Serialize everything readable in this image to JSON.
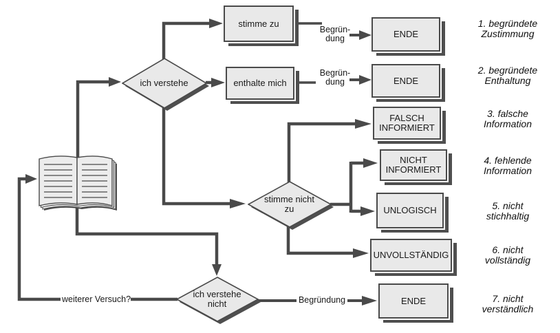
{
  "colors": {
    "line": "#4a4a4a",
    "node_fill": "#e9e9e9",
    "shadow": "#4f4f4f",
    "text": "#1a1a1a",
    "background": "#ffffff"
  },
  "nodes": {
    "ich_verstehe": {
      "label": "ich verstehe"
    },
    "stimme_zu": {
      "label": "stimme zu"
    },
    "enthalte_mich": {
      "label": "enthalte mich"
    },
    "stimme_nicht_zu": {
      "line1": "stimme nicht",
      "line2": "zu"
    },
    "ich_verstehe_nicht": {
      "line1": "ich verstehe",
      "line2": "nicht"
    },
    "falsch_informiert": {
      "line1": "FALSCH",
      "line2": "INFORMIERT"
    },
    "nicht_informiert": {
      "line1": "NICHT",
      "line2": "INFORMIERT"
    },
    "unlogisch": {
      "label": "UNLOGISCH"
    },
    "unvollstaendig": {
      "label": "UNVOLLSTÄNDIG"
    },
    "ende_1": {
      "label": "ENDE"
    },
    "ende_2": {
      "label": "ENDE"
    },
    "ende_3": {
      "label": "ENDE"
    }
  },
  "edge_labels": {
    "begruendung_1": {
      "line1": "Begrün-",
      "line2": "dung"
    },
    "begruendung_2": {
      "line1": "Begrün-",
      "line2": "dung"
    },
    "begruendung_3": {
      "label": "Begründung"
    },
    "weiterer_versuch": {
      "label": "weiterer Versuch?"
    }
  },
  "outcomes": [
    {
      "line1": "1. begründete",
      "line2": "Zustimmung"
    },
    {
      "line1": "2. begründete",
      "line2": "Enthaltung"
    },
    {
      "line1": "3. falsche",
      "line2": "Information"
    },
    {
      "line1": "4. fehlende",
      "line2": "Information"
    },
    {
      "line1": "5. nicht",
      "line2": "stichhaltig"
    },
    {
      "line1": "6. nicht",
      "line2": "vollständig"
    },
    {
      "line1": "7. nicht",
      "line2": "verständlich"
    }
  ]
}
